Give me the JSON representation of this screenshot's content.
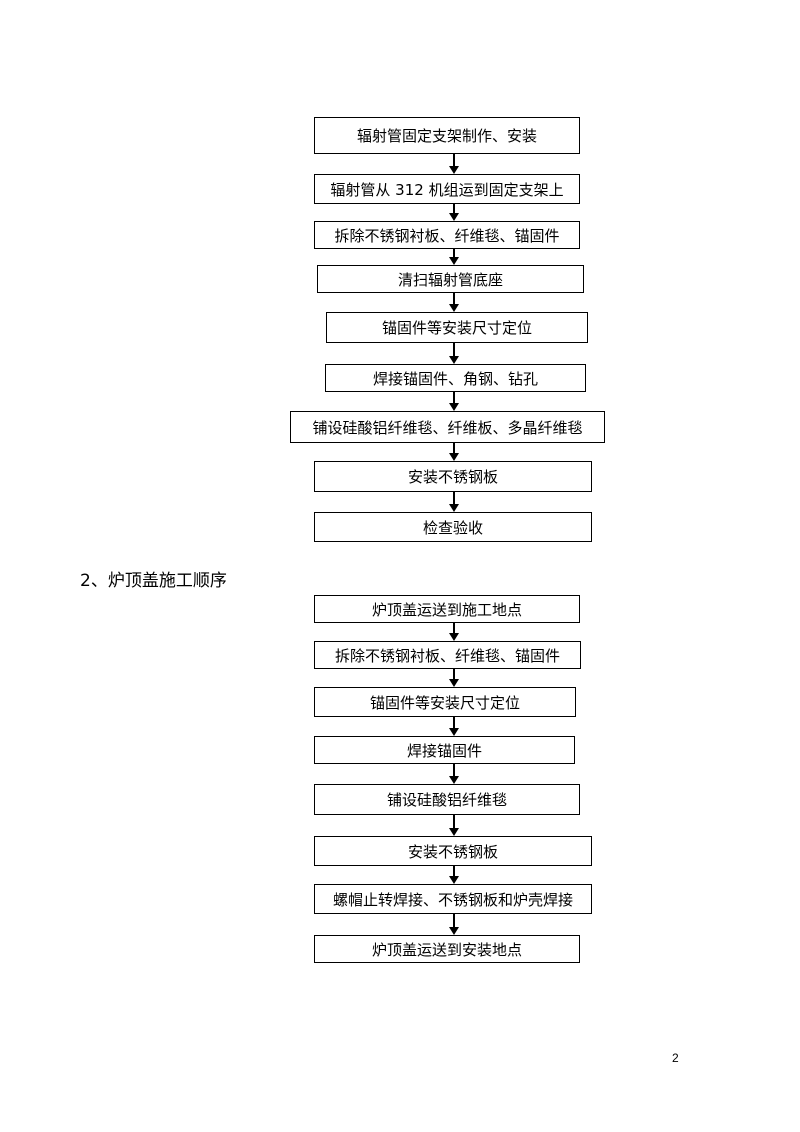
{
  "flow1": {
    "steps": [
      "辐射管固定支架制作、安装",
      "辐射管从 312 机组运到固定支架上",
      "拆除不锈钢衬板、纤维毯、锚固件",
      "清扫辐射管底座",
      "锚固件等安装尺寸定位",
      "焊接锚固件、角钢、钻孔",
      "铺设硅酸铝纤维毯、纤维板、多晶纤维毯",
      "安装不锈钢板",
      "检查验收"
    ]
  },
  "section2": {
    "heading": "2、炉顶盖施工顺序"
  },
  "flow2": {
    "steps": [
      "炉顶盖运送到施工地点",
      "拆除不锈钢衬板、纤维毯、锚固件",
      "锚固件等安装尺寸定位",
      "焊接锚固件",
      "铺设硅酸铝纤维毯",
      "安装不锈钢板",
      "螺帽止转焊接、不锈钢板和炉壳焊接",
      "炉顶盖运送到安装地点"
    ]
  },
  "page_number": "2"
}
